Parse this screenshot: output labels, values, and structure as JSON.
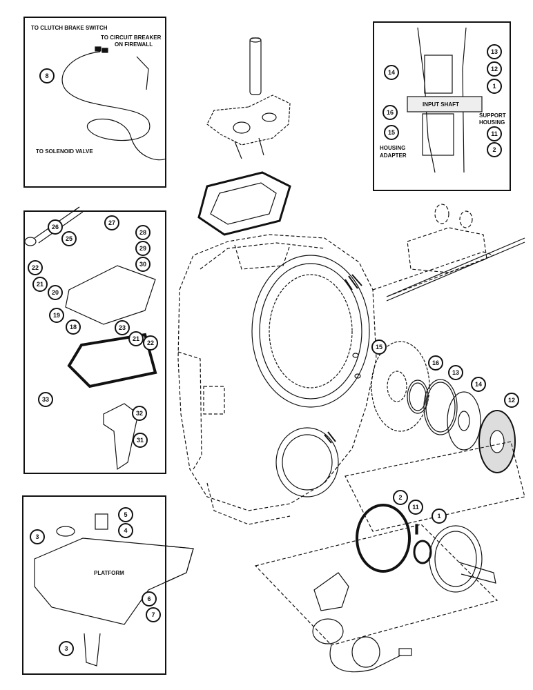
{
  "inset_wiring": {
    "labels": {
      "clutch": "TO CLUTCH BRAKE SWITCH",
      "breaker_1": "TO CIRCUIT BREAKER",
      "breaker_2": "ON FIREWALL",
      "solenoid": "TO SOLENOID VALVE"
    },
    "callouts": [
      "8"
    ]
  },
  "inset_shaft": {
    "labels": {
      "input_shaft": "INPUT SHAFT",
      "support_1": "SUPPORT",
      "support_2": "HOUSING",
      "adapter_1": "HOUSING",
      "adapter_2": "ADAPTER"
    },
    "callouts": [
      "13",
      "14",
      "12",
      "1",
      "16",
      "15",
      "11",
      "2"
    ]
  },
  "inset_shifter": {
    "callouts": [
      "26",
      "27",
      "28",
      "25",
      "29",
      "30",
      "22",
      "21",
      "20",
      "19",
      "18",
      "23",
      "21",
      "22",
      "33",
      "32",
      "31"
    ]
  },
  "inset_platform": {
    "labels": {
      "platform": "PLATFORM"
    },
    "callouts": [
      "5",
      "3",
      "4",
      "6",
      "7",
      "3"
    ]
  },
  "main_assembly": {
    "callouts": [
      "15",
      "16",
      "13",
      "14",
      "12",
      "2",
      "11",
      "1"
    ]
  }
}
